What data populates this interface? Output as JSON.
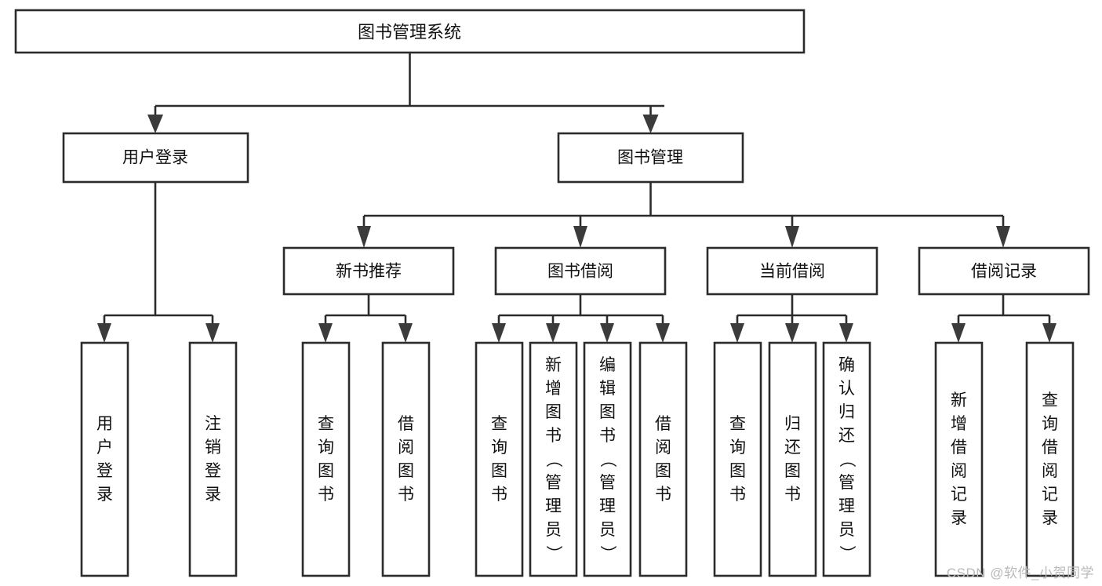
{
  "diagram": {
    "type": "hierarchy-tree",
    "title": "图书管理系统",
    "watermark": "CSDN @软件_小贺同学",
    "colors": {
      "box_stroke": "#2b2b2b",
      "box_fill": "#ffffff",
      "connector": "#2b2b2b",
      "text": "#111111",
      "watermark": "#b9b9b9",
      "background": "#ffffff"
    },
    "root": {
      "label": "图书管理系统",
      "orientation": "horizontal"
    },
    "level1": [
      {
        "label": "用户登录",
        "orientation": "horizontal"
      },
      {
        "label": "图书管理",
        "orientation": "horizontal"
      }
    ],
    "level2": [
      {
        "label": "新书推荐",
        "orientation": "horizontal",
        "parent": "图书管理"
      },
      {
        "label": "图书借阅",
        "orientation": "horizontal",
        "parent": "图书管理"
      },
      {
        "label": "当前借阅",
        "orientation": "horizontal",
        "parent": "图书管理"
      },
      {
        "label": "借阅记录",
        "orientation": "horizontal",
        "parent": "图书管理"
      }
    ],
    "leaves": [
      {
        "label": "用户登录",
        "parent": "用户登录",
        "orientation": "vertical"
      },
      {
        "label": "注销登录",
        "parent": "用户登录",
        "orientation": "vertical"
      },
      {
        "label": "查询图书",
        "parent": "新书推荐",
        "orientation": "vertical"
      },
      {
        "label": "借阅图书",
        "parent": "新书推荐",
        "orientation": "vertical"
      },
      {
        "label": "查询图书",
        "parent": "图书借阅",
        "orientation": "vertical"
      },
      {
        "label": "新增图书（管理员）",
        "parent": "图书借阅",
        "orientation": "vertical"
      },
      {
        "label": "编辑图书（管理员）",
        "parent": "图书借阅",
        "orientation": "vertical"
      },
      {
        "label": "借阅图书",
        "parent": "图书借阅",
        "orientation": "vertical"
      },
      {
        "label": "查询图书",
        "parent": "当前借阅",
        "orientation": "vertical"
      },
      {
        "label": "归还图书",
        "parent": "当前借阅",
        "orientation": "vertical"
      },
      {
        "label": "确认归还（管理员）",
        "parent": "当前借阅",
        "orientation": "vertical"
      },
      {
        "label": "新增借阅记录",
        "parent": "借阅记录",
        "orientation": "vertical"
      },
      {
        "label": "查询借阅记录",
        "parent": "借阅记录",
        "orientation": "vertical"
      }
    ]
  }
}
